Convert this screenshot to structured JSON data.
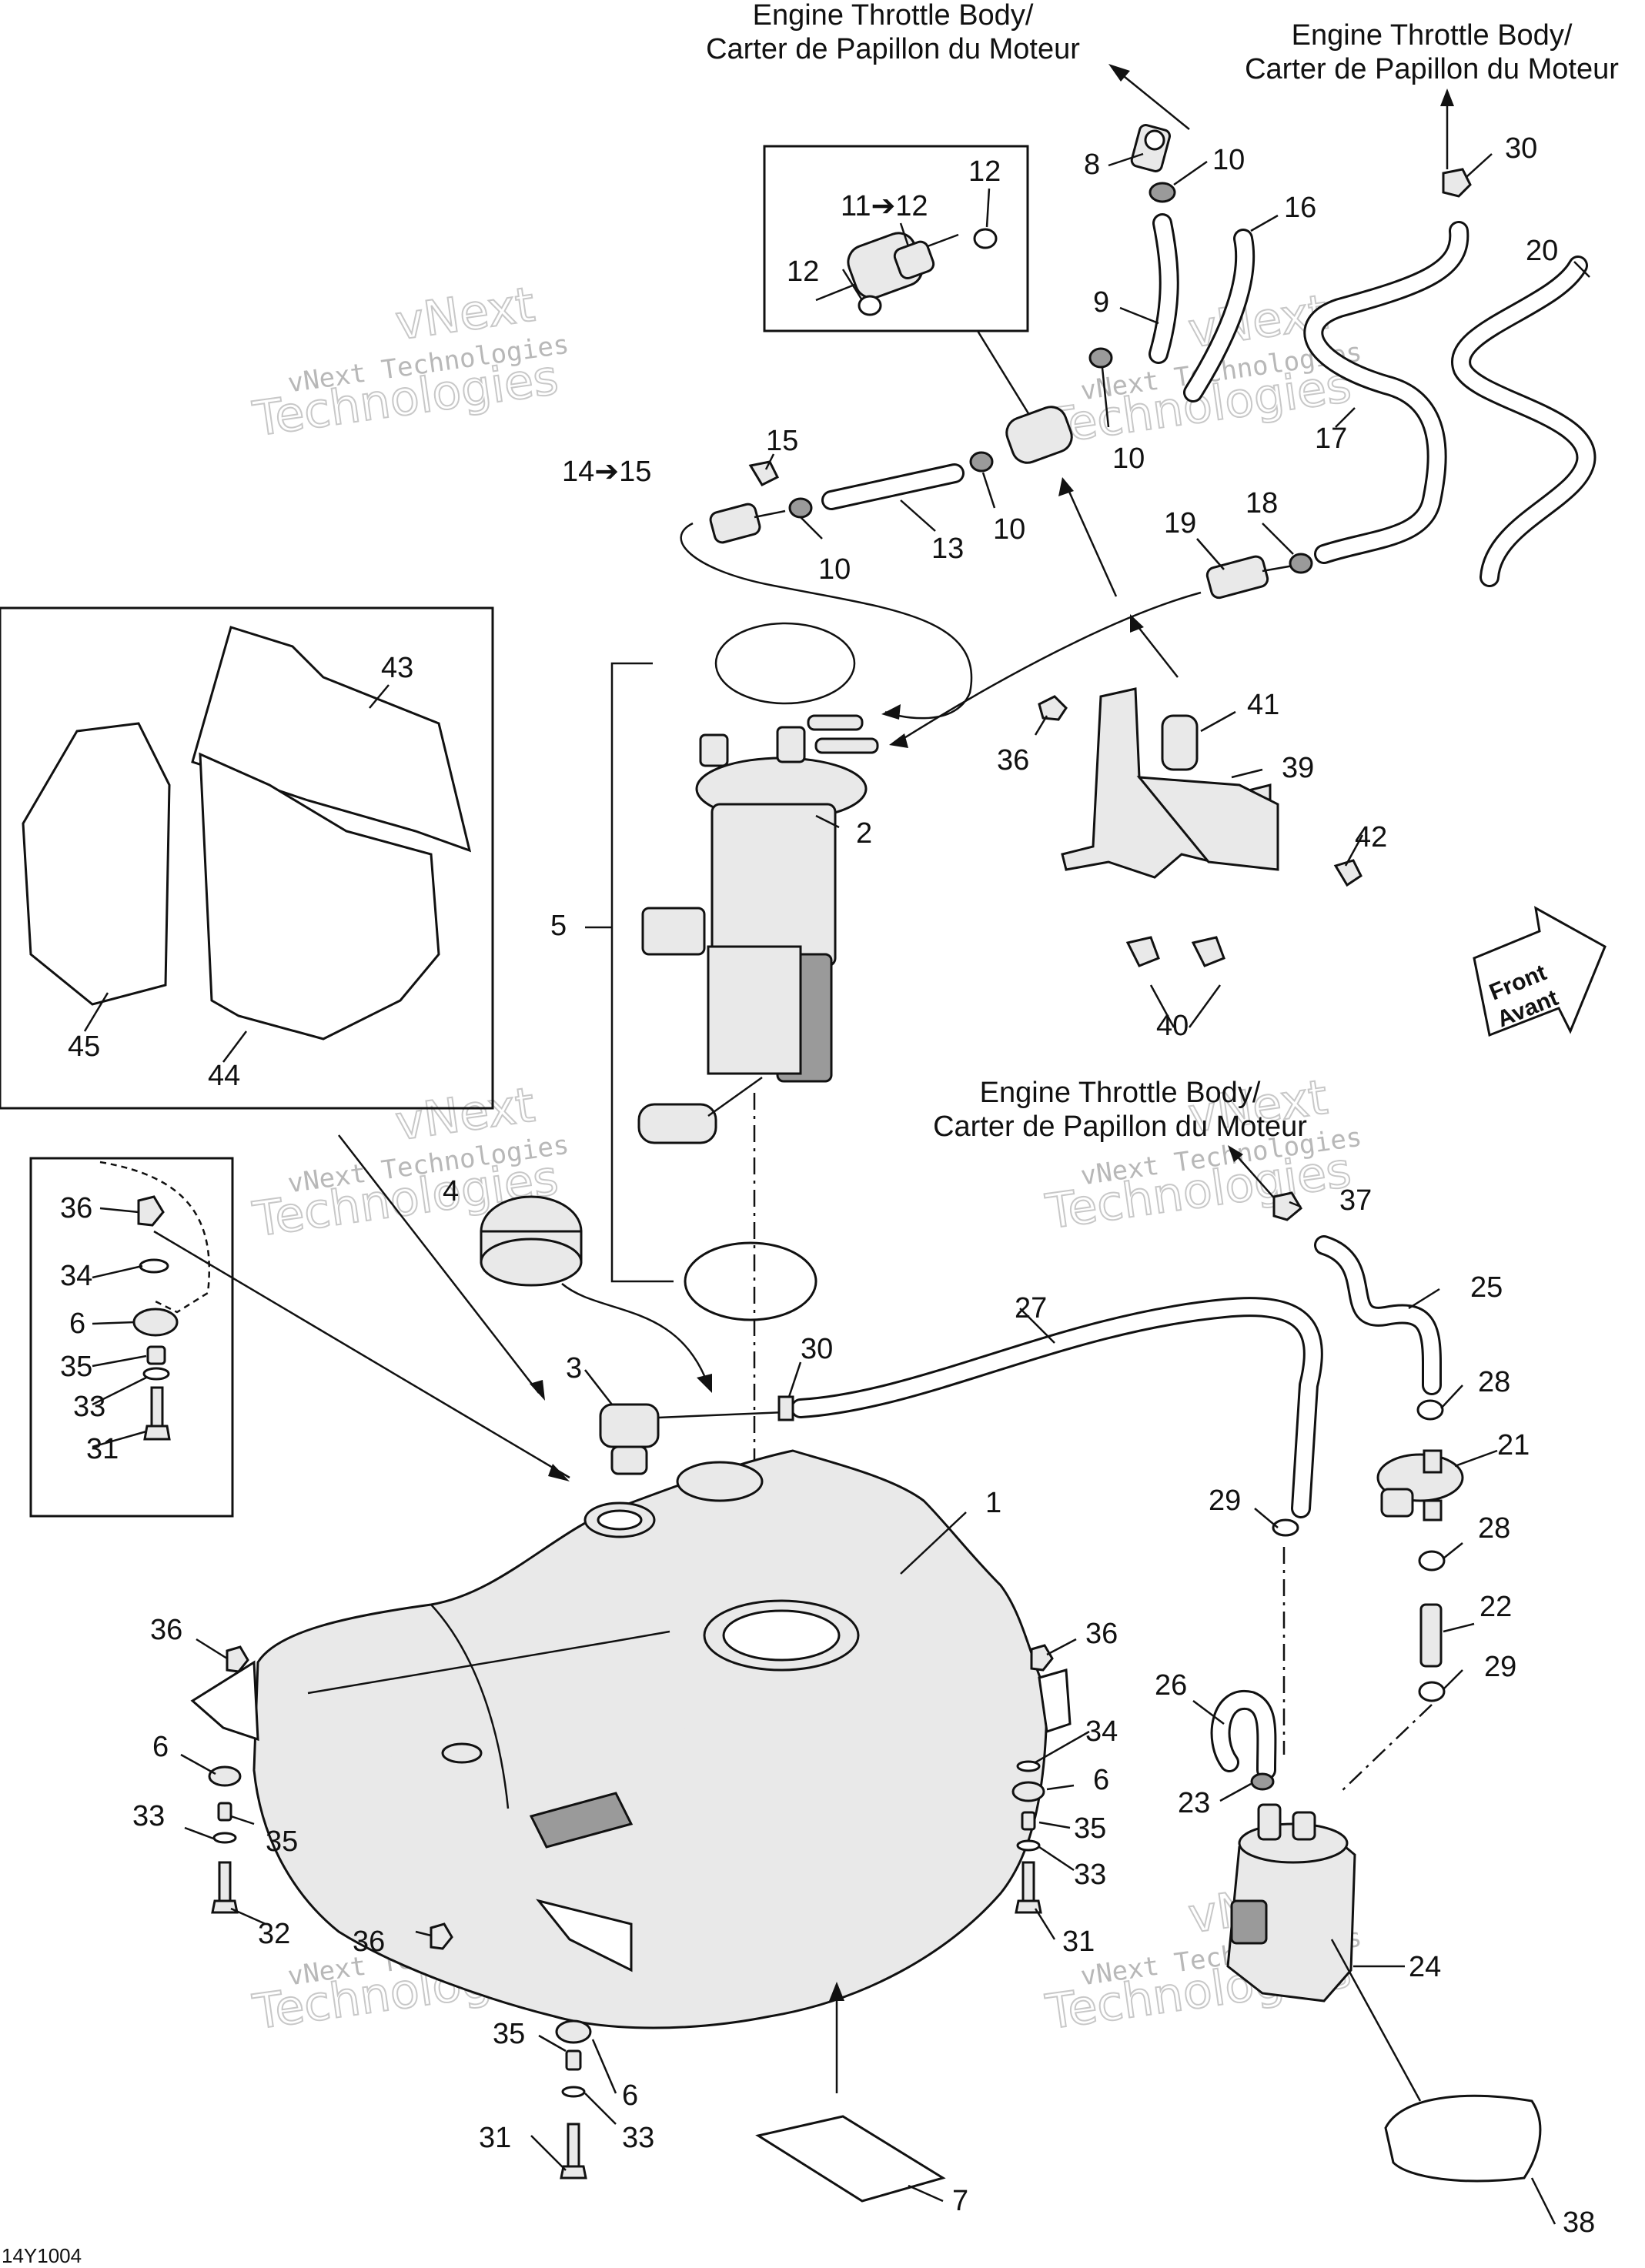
{
  "diagram_code": "14Y1004",
  "destination_labels": [
    {
      "id": "throttle-1",
      "line1": "Engine Throttle Body/",
      "line2": "Carter de Papillon du Moteur"
    },
    {
      "id": "throttle-2",
      "line1": "Engine Throttle Body/",
      "line2": "Carter de Papillon du Moteur"
    },
    {
      "id": "throttle-3",
      "line1": "Engine Throttle Body/",
      "line2": "Carter de Papillon du Moteur"
    }
  ],
  "direction_indicator": {
    "line1": "Front",
    "line2": "Avant"
  },
  "watermark": {
    "line1": "vNext Technologies",
    "line2": "vNext",
    "line3": "Technologies"
  },
  "callouts": [
    {
      "id": "c8",
      "text": "8"
    },
    {
      "id": "c10a",
      "text": "10"
    },
    {
      "id": "c30a",
      "text": "30"
    },
    {
      "id": "c12a",
      "text": "12"
    },
    {
      "id": "c11",
      "text": "11➔12"
    },
    {
      "id": "c12b",
      "text": "12"
    },
    {
      "id": "c16",
      "text": "16"
    },
    {
      "id": "c20",
      "text": "20"
    },
    {
      "id": "c9",
      "text": "9"
    },
    {
      "id": "c15",
      "text": "15"
    },
    {
      "id": "c14",
      "text": "14➔15"
    },
    {
      "id": "c10b",
      "text": "10"
    },
    {
      "id": "c10c",
      "text": "10"
    },
    {
      "id": "c13",
      "text": "13"
    },
    {
      "id": "c10d",
      "text": "10"
    },
    {
      "id": "c17",
      "text": "17"
    },
    {
      "id": "c19",
      "text": "19"
    },
    {
      "id": "c18",
      "text": "18"
    },
    {
      "id": "c43",
      "text": "43"
    },
    {
      "id": "c41",
      "text": "41"
    },
    {
      "id": "c36a",
      "text": "36"
    },
    {
      "id": "c39",
      "text": "39"
    },
    {
      "id": "c2",
      "text": "2"
    },
    {
      "id": "c42",
      "text": "42"
    },
    {
      "id": "c5",
      "text": "5"
    },
    {
      "id": "c40",
      "text": "40"
    },
    {
      "id": "c45",
      "text": "45"
    },
    {
      "id": "c44",
      "text": "44"
    },
    {
      "id": "c4",
      "text": "4"
    },
    {
      "id": "c37",
      "text": "37"
    },
    {
      "id": "c36b",
      "text": "36"
    },
    {
      "id": "c34a",
      "text": "34"
    },
    {
      "id": "c6a",
      "text": "6"
    },
    {
      "id": "c35a",
      "text": "35"
    },
    {
      "id": "c33a",
      "text": "33"
    },
    {
      "id": "c31a",
      "text": "31"
    },
    {
      "id": "c27",
      "text": "27"
    },
    {
      "id": "c25",
      "text": "25"
    },
    {
      "id": "c3",
      "text": "3"
    },
    {
      "id": "c30b",
      "text": "30"
    },
    {
      "id": "c28a",
      "text": "28"
    },
    {
      "id": "c21",
      "text": "21"
    },
    {
      "id": "c29a",
      "text": "29"
    },
    {
      "id": "c1",
      "text": "1"
    },
    {
      "id": "c28b",
      "text": "28"
    },
    {
      "id": "c22",
      "text": "22"
    },
    {
      "id": "c36c",
      "text": "36"
    },
    {
      "id": "c36d",
      "text": "36"
    },
    {
      "id": "c29b",
      "text": "29"
    },
    {
      "id": "c26",
      "text": "26"
    },
    {
      "id": "c6b",
      "text": "6"
    },
    {
      "id": "c34b",
      "text": "34"
    },
    {
      "id": "c33b",
      "text": "33"
    },
    {
      "id": "c6c",
      "text": "6"
    },
    {
      "id": "c35b",
      "text": "35"
    },
    {
      "id": "c23",
      "text": "23"
    },
    {
      "id": "c35c",
      "text": "35"
    },
    {
      "id": "c33c",
      "text": "33"
    },
    {
      "id": "c32",
      "text": "32"
    },
    {
      "id": "c36e",
      "text": "36"
    },
    {
      "id": "c31b",
      "text": "31"
    },
    {
      "id": "c24",
      "text": "24"
    },
    {
      "id": "c35d",
      "text": "35"
    },
    {
      "id": "c6d",
      "text": "6"
    },
    {
      "id": "c31c",
      "text": "31"
    },
    {
      "id": "c33d",
      "text": "33"
    },
    {
      "id": "c7",
      "text": "7"
    },
    {
      "id": "c38",
      "text": "38"
    }
  ]
}
